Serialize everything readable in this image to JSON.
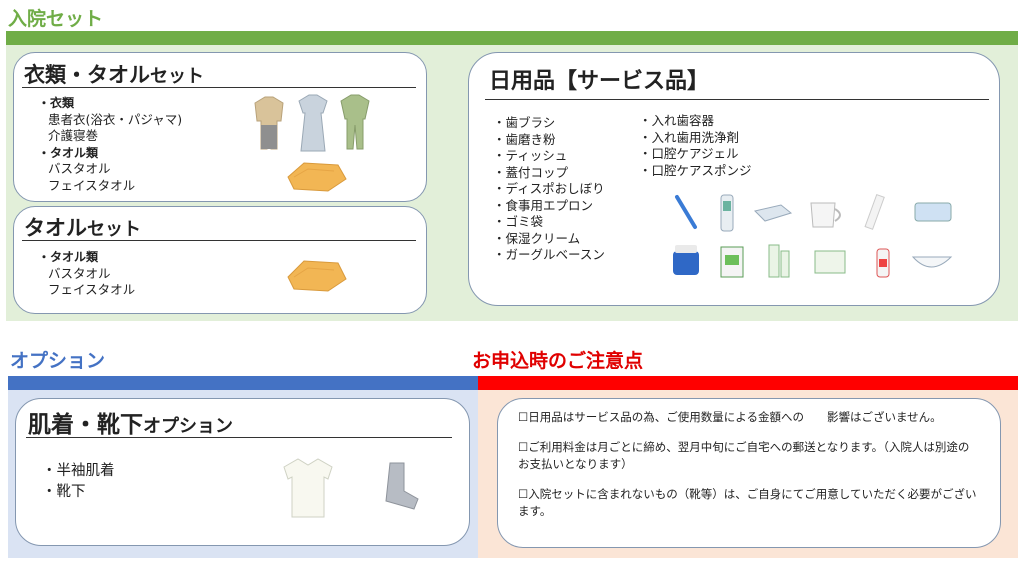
{
  "sections": {
    "hospital_set": "入院セット",
    "options": "オプション",
    "notes": "お申込時のご注意点"
  },
  "cards": {
    "clothing_towel": {
      "title_main": "衣類・タオル",
      "title_suffix": "セット",
      "head1": "・衣類",
      "items1": [
        "患者衣(浴衣・パジャマ)",
        "介護寝巻"
      ],
      "head2": "・タオル類",
      "items2": [
        "バスタオル",
        "フェイスタオル"
      ]
    },
    "towel": {
      "title_main": "タオル",
      "title_suffix": "セット",
      "head1": "・タオル類",
      "items1": [
        "バスタオル",
        "フェイスタオル"
      ]
    },
    "daily": {
      "title": "日用品【サービス品】",
      "col1": [
        "・歯ブラシ",
        "・歯磨き粉",
        "・ティッシュ",
        "・蓋付コップ",
        "・ディスポおしぼり",
        "・食事用エプロン",
        "・ゴミ袋",
        "・保湿クリーム",
        "・ガーグルベースン"
      ],
      "col2": [
        "・入れ歯容器",
        "・入れ歯用洗浄剤",
        "・口腔ケアジェル",
        "・口腔ケアスポンジ"
      ]
    },
    "underwear": {
      "title_main": "肌着・靴下",
      "title_suffix": "オプション",
      "items": [
        "・半袖肌着",
        "・靴下"
      ]
    }
  },
  "notes": [
    "☐日用品はサービス品の為、ご使用数量による金額への　　影響はございません。",
    "☐ご利用料金は月ごとに締め、翌月中旬にご自宅への郵送となります。（入院人は別途のお支払いとなります）",
    "☐入院セットに含まれないもの（靴等）は、ご自身にてご用意していただく必要がございます。"
  ],
  "colors": {
    "green": "#70ad47",
    "green_bg": "#e2efd9",
    "blue": "#4472c4",
    "blue_bg": "#dae3f3",
    "red": "#ff0000",
    "peach_bg": "#fbe5d6"
  }
}
